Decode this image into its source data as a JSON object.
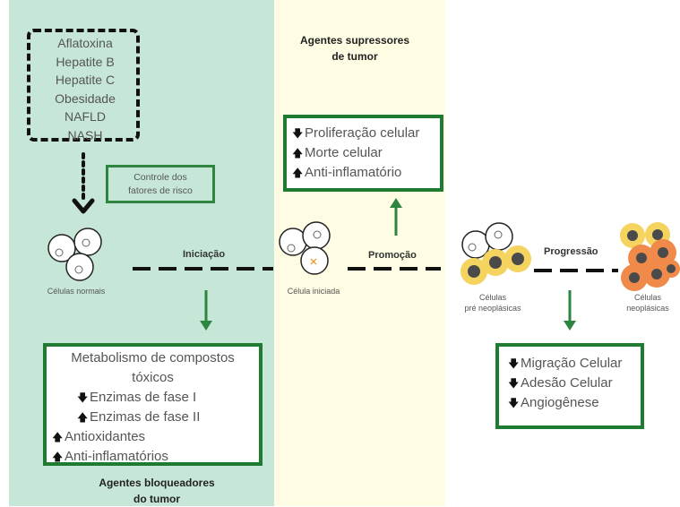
{
  "risk_factors": [
    "Aflatoxina",
    "Hepatite B",
    "Hepatite C",
    "Obesidade",
    "NAFLD",
    "NASH"
  ],
  "risk_control": [
    "Controle dos",
    "fatores de risco"
  ],
  "cells": {
    "normal": "Células normais",
    "initiated": "Célula iniciada",
    "preneoplastic": [
      "Células",
      "pré neoplásicas"
    ],
    "neoplastic": [
      "Células",
      "neoplásicas"
    ]
  },
  "stages": {
    "initiation": "Iniciação",
    "promotion": "Promoção",
    "progression": "Progressão"
  },
  "suppressors": {
    "title": [
      "Agentes supressores",
      "de tumor"
    ],
    "items": [
      {
        "dir": "down",
        "text": "Proliferação celular"
      },
      {
        "dir": "up",
        "text": "Morte celular"
      },
      {
        "dir": "up",
        "text": "Anti-inflamatório"
      }
    ]
  },
  "blockers": {
    "title": [
      "Agentes bloqueadores",
      "do tumor"
    ],
    "heading": [
      "Metabolismo de compostos",
      "tóxicos"
    ],
    "items": [
      {
        "dir": "down",
        "text": "Enzimas de fase I"
      },
      {
        "dir": "up",
        "text": "Enzimas de fase II"
      },
      {
        "dir": "up",
        "text": "Antioxidantes"
      },
      {
        "dir": "up",
        "text": "Anti-inflamatórios"
      }
    ]
  },
  "progression_effects": [
    {
      "dir": "down",
      "text": "Migração Celular"
    },
    {
      "dir": "down",
      "text": "Adesão Celular"
    },
    {
      "dir": "down",
      "text": "Angiogênese"
    }
  ],
  "colors": {
    "green_panel": "#c6e7d8",
    "yellow_panel": "#fefce3",
    "box_border": "#1f7a32",
    "arrow": "#2e8540",
    "yellow_cell": "#f4d35e",
    "orange_cell": "#f08a4b"
  }
}
